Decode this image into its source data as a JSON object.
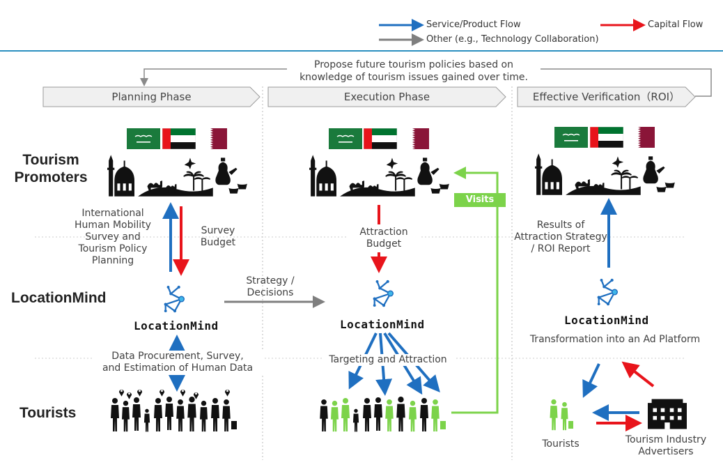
{
  "legend": {
    "service_flow": "Service/Product Flow",
    "capital_flow": "Capital Flow",
    "other": "Other (e.g., Technology Collaboration)"
  },
  "feedback_note": "Propose future tourism policies based on\nknowledge of tourism issues gained over time.",
  "phases": {
    "planning": "Planning Phase",
    "execution": "Execution Phase",
    "verification": "Effective Verification（ROI）"
  },
  "roles": {
    "promoters": "Tourism\nPromoters",
    "locationmind": "LocationMind",
    "tourists": "Tourists"
  },
  "brand": "LocationMind",
  "planning": {
    "up_label": "International\nHuman Mobility\nSurvey and\nTourism Policy\nPlanning",
    "down_label": "Survey\nBudget",
    "data_label": "Data Procurement, Survey,\nand Estimation of Human Data"
  },
  "strategy_label": "Strategy /\nDecisions",
  "execution": {
    "budget_label": "Attraction\nBudget",
    "targeting_label": "Targeting and Attraction",
    "visits_label": "Visits"
  },
  "verification": {
    "results_label": "Results of\nAttraction Strategy\n/ ROI Report",
    "transform_label": "Transformation into an Ad Platform",
    "tourists_label": "Tourists",
    "advertisers_label": "Tourism Industry\nAdvertisers"
  },
  "colors": {
    "service": "#1f6fc0",
    "capital": "#e8141b",
    "other": "#7f7f7f",
    "visits": "#7cd34a",
    "divider": "#2a8fc0"
  }
}
